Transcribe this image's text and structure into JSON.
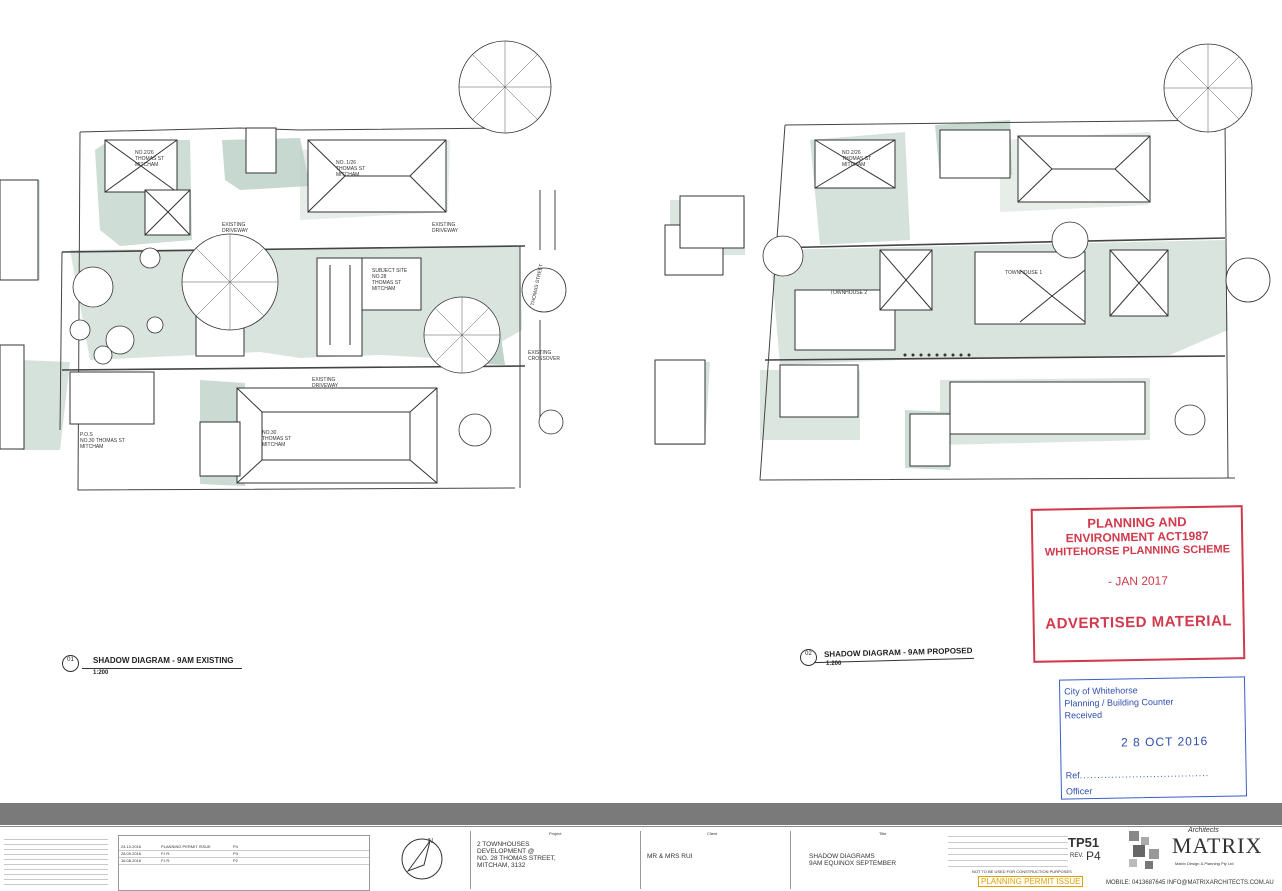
{
  "drawing_left": {
    "title": "SHADOW DIAGRAM - 9AM EXISTING",
    "number": "01",
    "scale": "1:200",
    "labels": {
      "n220": "NO.2/26\nTHOMAS ST\nMITCHAM",
      "n126": "NO. 1/26\nTHOMAS ST\nMITCHAM",
      "subject": "SUBJECT SITE\nNO.28\nTHOMAS ST\nMITCHAM",
      "n30": "NO.30\nTHOMAS ST\nMITCHAM",
      "pos": "P.O.S\nNO.30 THOMAS ST\nMITCHAM",
      "driveway1": "EXISTING\nDRIVEWAY",
      "driveway2": "EXISTING\nDRIVEWAY",
      "driveway3": "EXISTING\nDRIVEWAY",
      "crossover": "EXISTING\nCROSSOVER",
      "street": "THOMAS STREET"
    }
  },
  "drawing_right": {
    "title": "SHADOW DIAGRAM - 9AM PROPOSED",
    "number": "02",
    "scale": "1:200",
    "labels": {
      "n226": "NO.2/26\nTHOMAS ST\nMITCHAM",
      "th1": "TOWNHOUSE 1",
      "th2": "TOWNHOUSE 2"
    }
  },
  "stamp_red": {
    "line1": "PLANNING AND",
    "line2": "ENVIRONMENT ACT1987",
    "line3": "WHITEHORSE PLANNING SCHEME",
    "date": "-   JAN 2017",
    "line4": "ADVERTISED MATERIAL"
  },
  "stamp_blue": {
    "org": "City of Whitehorse",
    "dept": "Planning / Building Counter",
    "status": "Received",
    "date": "2 8 OCT 2016",
    "ref": "Ref",
    "officer": "Officer"
  },
  "title_block": {
    "revisions": [
      {
        "date": "24.10.2016",
        "desc": "PLANNING PERMIT ISSUE",
        "no": "P4"
      },
      {
        "date": "28.09.2016",
        "desc": "F.I.R.",
        "no": "P3"
      },
      {
        "date": "16.08.2016",
        "desc": "F.I.R.",
        "no": "P2"
      }
    ],
    "project_heading": "Project",
    "project": "2 TOWNHOUSES\nDEVELOPMENT @\nNO. 28 THOMAS STREET,\nMITCHAM, 3132",
    "client_heading": "Client",
    "client": "MR & MRS RUI",
    "title_heading": "Title",
    "title": "SHADOW DIAGRAMS\n9AM EQUINOX SEPTEMBER",
    "sheet": "TP51",
    "rev_label": "REV.",
    "rev": "P4",
    "issue": "PLANNING PERMIT ISSUE",
    "not_for": "NOT TO BE USED FOR CONSTRUCTION PURPOSES",
    "firm_line1": "Architects",
    "firm_line2": "MATRIX",
    "firm_sub": "Matrix Design & Planning Pty Ltd",
    "contact": "MOBILE: 0413687645  INFO@MATRIXARCHITECTS.COM.AU"
  },
  "colors": {
    "shadow": "#b9cec4",
    "stamp_red": "#d03a4c",
    "stamp_blue": "#2f4fb0",
    "band": "#7a7a7a"
  },
  "icons": {
    "north_arrow": "north-arrow-icon",
    "tree": "tree-canopy-icon",
    "logo": "matrix-architects-logo"
  }
}
